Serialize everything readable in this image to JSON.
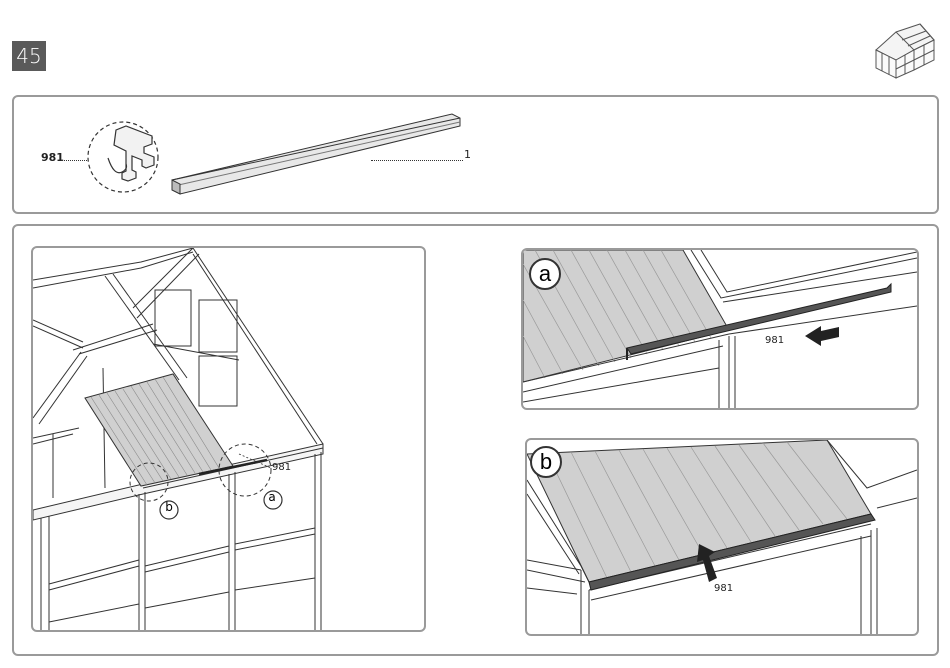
{
  "step": {
    "number": "45"
  },
  "parts": {
    "part_code": "981",
    "quantity": "1"
  },
  "overview": {
    "part_label": "981",
    "detail_a": "a",
    "detail_b": "b"
  },
  "detail_a": {
    "badge": "a",
    "part_label": "981"
  },
  "detail_b": {
    "badge": "b",
    "part_label": "981"
  },
  "icons": {
    "greenhouse": "greenhouse-icon",
    "arrow_a": "arrow-left-icon",
    "arrow_b": "arrow-up-icon"
  },
  "colors": {
    "badge_bg": "#5a5a5a",
    "panel_fill": "#d0d0d0",
    "frame_stroke": "#333333",
    "arrow": "#222222"
  }
}
